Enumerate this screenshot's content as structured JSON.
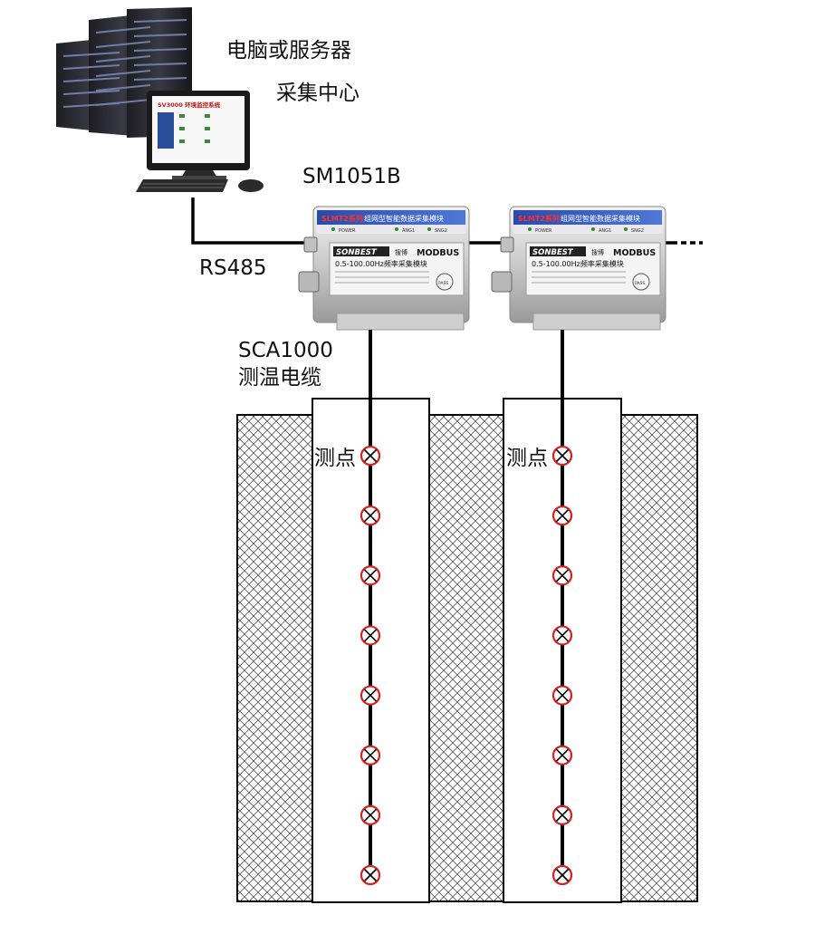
{
  "labels": {
    "computer_line1": "电脑或服务器",
    "computer_line2": "采集中心",
    "module_model": "SM1051B",
    "bus": "RS485",
    "cable_model": "SCA1000",
    "cable_name": "测温电缆",
    "measure_point_left": "测点",
    "measure_point_right": "测点"
  },
  "monitor_screen": {
    "title": "SV3000 环境监控系统"
  },
  "module": {
    "series": "SLMT2系列",
    "title": "组网型智能数据采集模块",
    "indicators": [
      "POWER",
      "ANG1",
      "SNG2"
    ],
    "brand": "SONBEST",
    "brand_cn": "搜博",
    "protocol": "MODBUS",
    "spec": "0.5-100.00Hz频率采集模块",
    "pass": "PASS"
  },
  "colors": {
    "sensor_ring": "#d62020",
    "cable": "#000000",
    "hatch": "#555555"
  },
  "sensors_per_cable": 8
}
